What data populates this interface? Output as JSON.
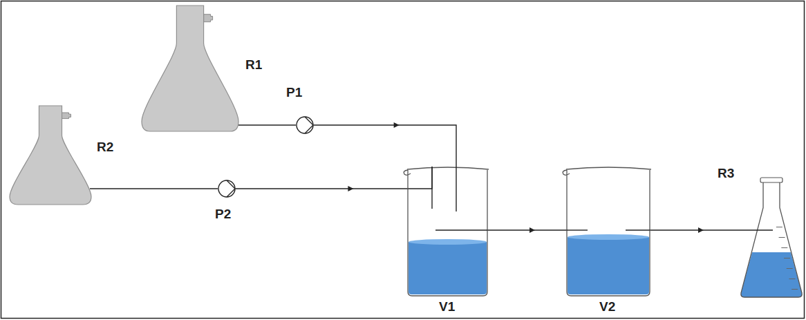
{
  "diagram": {
    "nodes": [
      {
        "text": [
          "R1"
        ]
      },
      {
        "text": [
          "P1"
        ]
      },
      {
        "text": [
          "R2"
        ]
      },
      {
        "text": [
          "P2"
        ]
      },
      {
        "text": [
          "V1"
        ]
      },
      {
        "text": [
          "V2"
        ]
      },
      {
        "text": [
          "R3"
        ]
      }
    ],
    "edges": [
      {
        "from": 0,
        "to": 1,
        "arrow": "none"
      },
      {
        "from": 1,
        "to": 4,
        "arrow": "to"
      },
      {
        "from": 2,
        "to": 3,
        "arrow": "none"
      },
      {
        "from": 3,
        "to": 4,
        "arrow": "to"
      },
      {
        "from": 4,
        "to": 5,
        "arrow": "to"
      },
      {
        "from": 5,
        "to": 6,
        "arrow": "to"
      }
    ]
  }
}
